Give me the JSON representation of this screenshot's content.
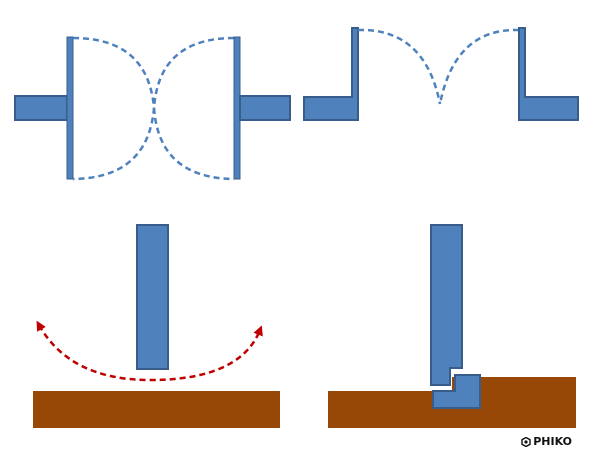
{
  "colors": {
    "panel_fill": "#4f81bd",
    "panel_stroke": "#385d8a",
    "ground_fill": "#974806",
    "swing_arc": "#4f81bd",
    "airflow_arrow": "#c00000",
    "watermark": "#111111"
  },
  "diagrams": [
    {
      "name": "double-swing-door-top-view",
      "panels": 2,
      "swing_paths": "dashed"
    },
    {
      "name": "double-door-with-stepped-frame-top-view",
      "panels": 2,
      "swing_paths": "dashed"
    },
    {
      "name": "door-gap-over-floor-side-view",
      "airflow": "dashed-arrow"
    },
    {
      "name": "door-with-rebated-threshold-side-view",
      "airflow": "none"
    }
  ],
  "watermark": {
    "icon": "hexagon-logo-icon",
    "text": "PHIKO"
  }
}
